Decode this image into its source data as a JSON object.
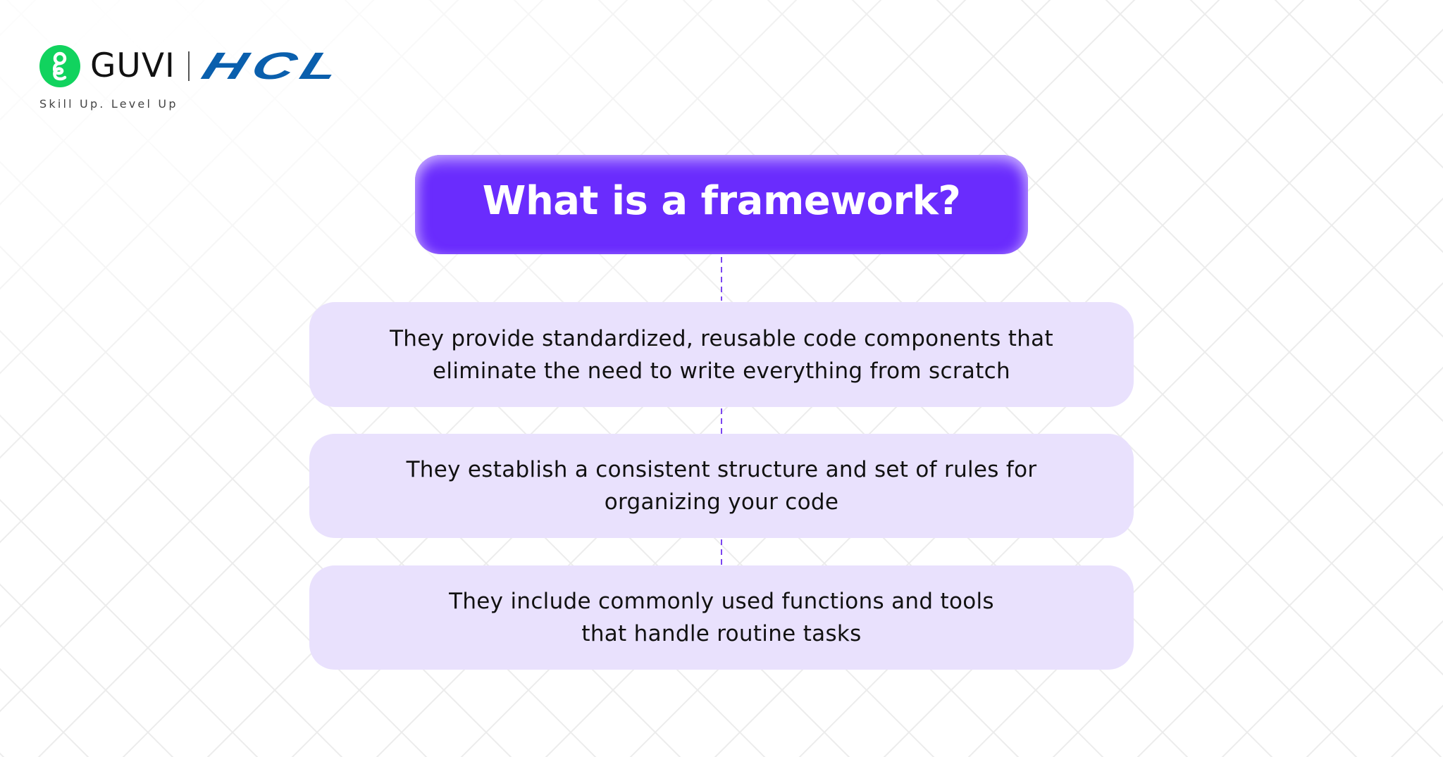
{
  "brand": {
    "guvi_name": "GUVI",
    "partner_name": "HCL",
    "tagline": "Skill Up. Level Up",
    "guvi_color": "#11d35e",
    "partner_color": "#0a5fad"
  },
  "diagram": {
    "title": "What is a framework?",
    "title_color": "#6a2cfd",
    "card_color": "#e9e1fd",
    "connector_color": "#7b45f0",
    "points": [
      {
        "lines": [
          "They provide standardized, reusable code components that",
          "eliminate the need to write everything from scratch"
        ]
      },
      {
        "lines": [
          "They establish a consistent structure and set of rules for",
          "organizing your code"
        ]
      },
      {
        "lines": [
          "They include commonly used functions and tools",
          "that handle routine tasks"
        ]
      }
    ]
  }
}
